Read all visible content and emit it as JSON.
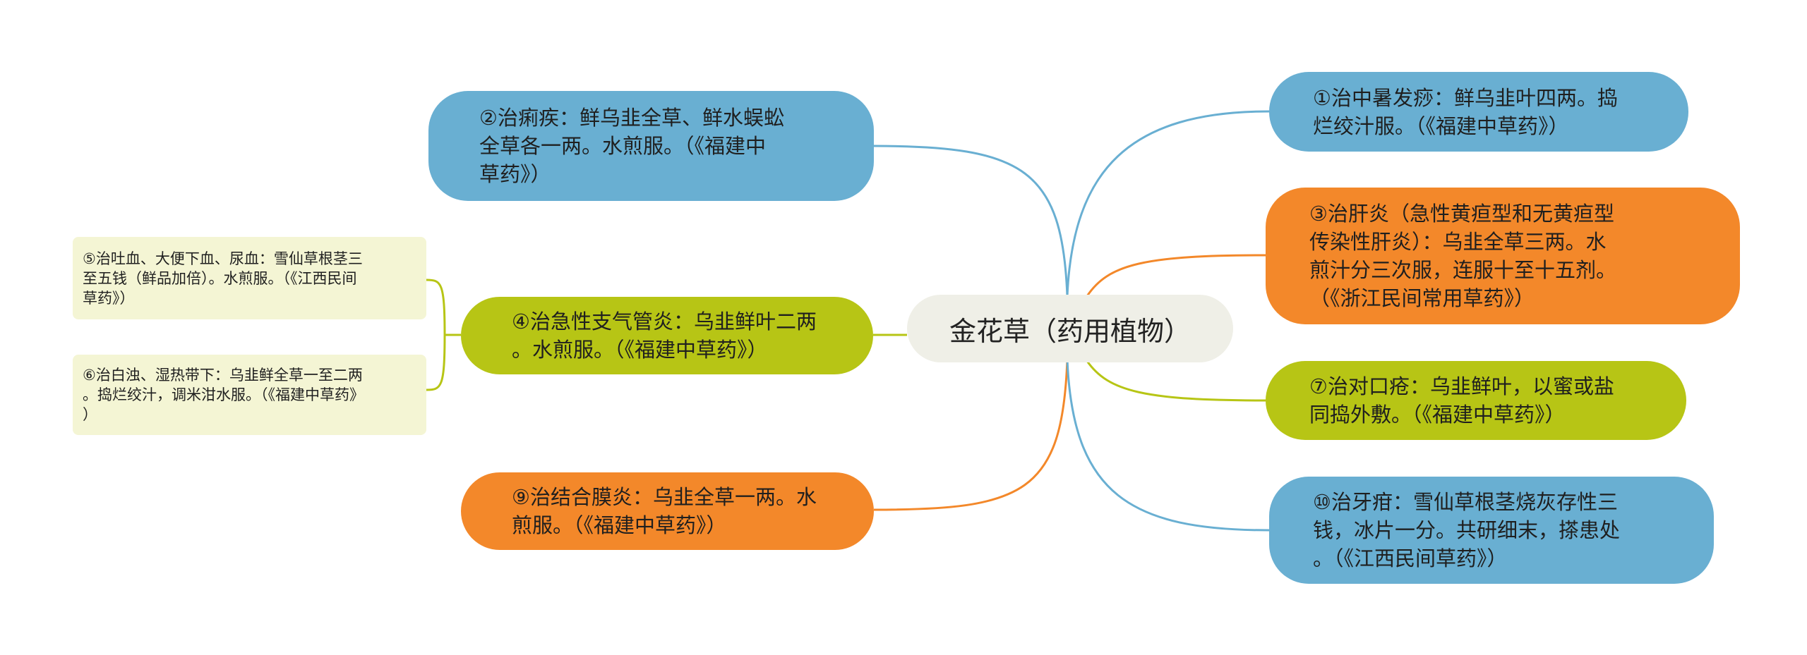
{
  "center": {
    "label": "金花草（药用植物）"
  },
  "branches": {
    "b1": "①治中暑发痧：鲜乌韭叶四两。捣\n烂绞汁服。（《福建中草药》）",
    "b2": "②治痢疾：鲜乌韭全草、鲜水蜈蚣\n全草各一两。水煎服。（《福建中\n草药》）",
    "b3": "③治肝炎（急性黄疸型和无黄疸型\n传染性肝炎）：乌韭全草三两。水\n煎汁分三次服，连服十至十五剂。\n（《浙江民间常用草药》）",
    "b4": "④治急性支气管炎：乌韭鲜叶二两\n。水煎服。（《福建中草药》）",
    "b7": "⑦治对口疮：乌韭鲜叶，以蜜或盐\n同捣外敷。（《福建中草药》）",
    "b9": "⑨治结合膜炎：乌韭全草一两。水\n煎服。（《福建中草药》）",
    "b10": "⑩治牙疳：雪仙草根茎烧灰存性三\n钱，冰片一分。共研细末，搽患处\n。（《江西民间草药》）"
  },
  "leaves": {
    "l5": "⑤治吐血、大便下血、尿血：雪仙草根茎三\n至五钱（鲜品加倍）。水煎服。（《江西民间\n草药》）",
    "l6": "⑥治白浊、湿热带下：乌韭鲜全草一至二两\n。捣烂绞汁，调米泔水服。（《福建中草药》\n）"
  },
  "colors": {
    "blue": "#69afd2",
    "orange": "#f3882a",
    "green": "#b7c515",
    "center_bg": "#efefe7",
    "leaf_bg": "#f4f5d4"
  }
}
